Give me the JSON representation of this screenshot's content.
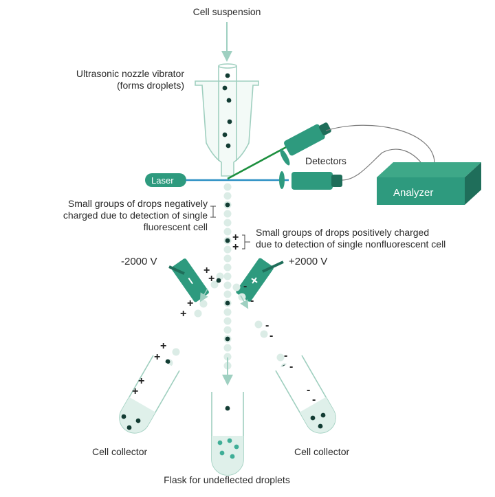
{
  "labels": {
    "cell_suspension": "Cell suspension",
    "nozzle_line1": "Ultrasonic nozzle vibrator",
    "nozzle_line2": "(forms droplets)",
    "detectors": "Detectors",
    "laser": "Laser",
    "analyzer": "Analyzer",
    "neg_line1": "Small groups of drops negatively",
    "neg_line2": "charged due to detection of single",
    "neg_line3": "fluorescent cell",
    "pos_line1": "Small groups of drops positively charged",
    "pos_line2": "due to detection of single nonfluorescent cell",
    "neg_voltage": "-2000 V",
    "pos_voltage": "+2000 V",
    "cell_collector_left": "Cell collector",
    "cell_collector_right": "Cell collector",
    "flask": "Flask for undeflected droplets"
  },
  "charges": {
    "plus": "+",
    "minus": "-"
  },
  "colors": {
    "teal": "#2e9a7e",
    "teal_dark": "#1f6e5a",
    "cell_dark": "#123c33",
    "droplet": "#dbece6",
    "laser_beam": "#2b8fc4",
    "detector_beam": "#1c8f3e",
    "liquid": "#dff0ea"
  }
}
